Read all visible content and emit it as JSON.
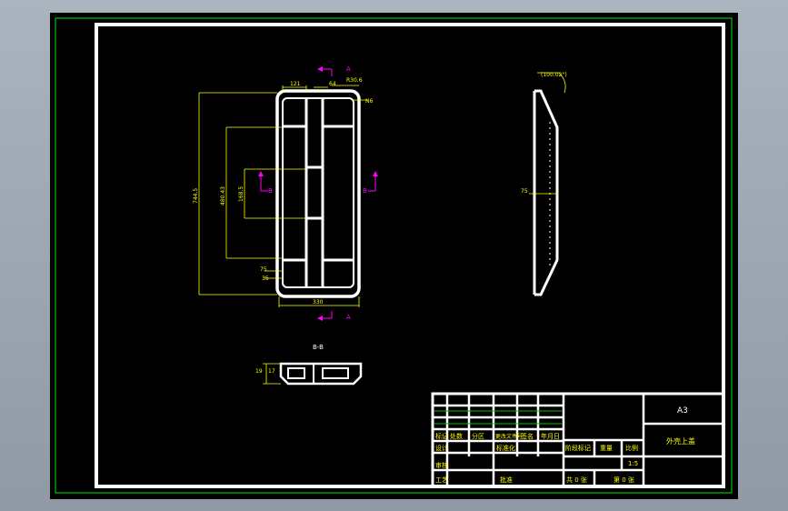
{
  "drawing": {
    "front_view": {
      "section_marker_top": "A",
      "section_marker_bottom": "A",
      "side_section_left": "B",
      "side_section_right": "B",
      "dims": {
        "overall_height": "744.5",
        "inner_height": "480.43",
        "mid_height": "168.5",
        "width_bottom": "330",
        "top_left": "121",
        "top_mid": "64",
        "corner_radius": "R30.6",
        "edge_label": "N6",
        "bottom_a": "75",
        "bottom_b": "35"
      }
    },
    "side_view": {
      "angle": "(100.02°)",
      "depth": "75"
    },
    "section_view": {
      "label": "B-B",
      "dim_a": "19",
      "dim_b": "17"
    }
  },
  "title_block": {
    "paper_size": "A3",
    "part_name": "外壳上盖",
    "row_header": [
      "标记",
      "处数",
      "分区",
      "更改文件号",
      "签名",
      "年月日"
    ],
    "row_design": [
      "设计",
      "",
      "标准化"
    ],
    "row_check": [
      "审核",
      "",
      "批准"
    ],
    "row_process": [
      "工艺",
      "",
      ""
    ],
    "stage_headers": [
      "阶段标记",
      "重量",
      "比例"
    ],
    "scale_value": "1:5",
    "sheet_info": [
      "共 0 张",
      "第 0 张"
    ]
  },
  "colors": {
    "frame": "#ffffff",
    "outer_border": "#00c000",
    "dimension": "#ffff00",
    "marker": "#ff00ff",
    "background": "#000000"
  }
}
